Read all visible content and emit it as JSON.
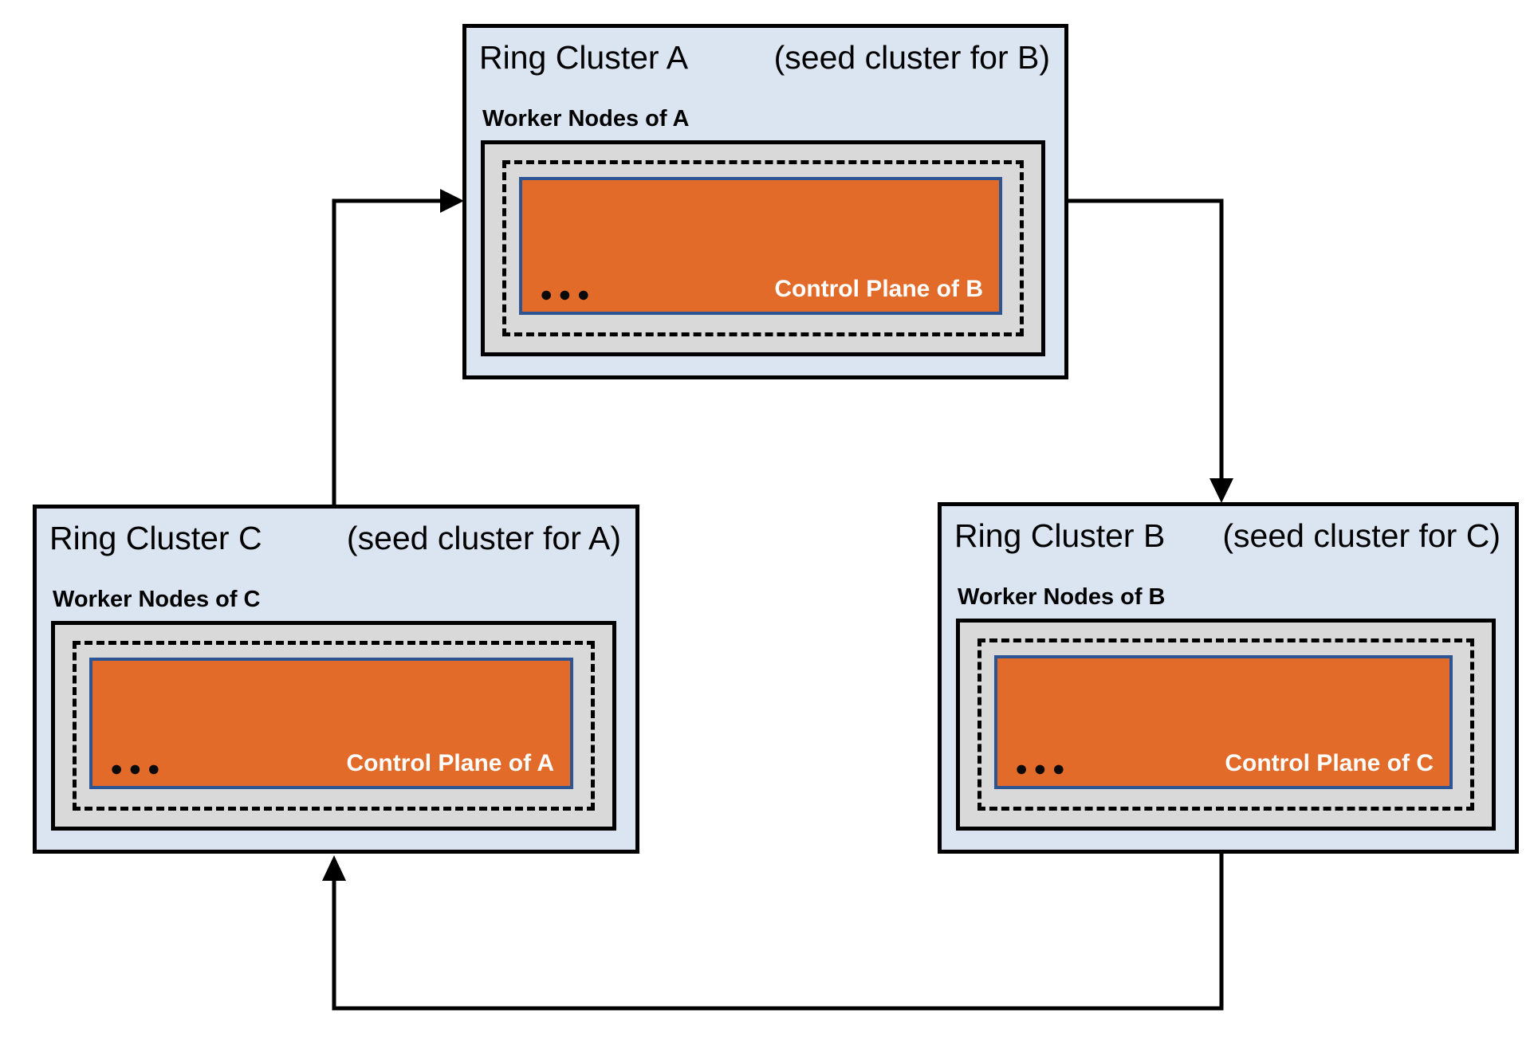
{
  "clusters": [
    {
      "name": "Ring Cluster A",
      "seed_note": "(seed cluster for B)",
      "worker_label": "Worker Nodes of A",
      "control_plane_label": "Control Plane of B",
      "dots": "●●●"
    },
    {
      "name": "Ring Cluster C",
      "seed_note": "(seed cluster for A)",
      "worker_label": "Worker Nodes of C",
      "control_plane_label": "Control Plane of A",
      "dots": "●●●"
    },
    {
      "name": "Ring Cluster B",
      "seed_note": "(seed cluster for C)",
      "worker_label": "Worker Nodes of B",
      "control_plane_label": "Control Plane of C",
      "dots": "●●●"
    }
  ],
  "arrows": [
    {
      "from": "Ring Cluster C",
      "to": "Ring Cluster A"
    },
    {
      "from": "Ring Cluster A",
      "to": "Ring Cluster B"
    },
    {
      "from": "Ring Cluster B",
      "to": "Ring Cluster C"
    }
  ],
  "colors": {
    "cluster_bg": "#dbe5f1",
    "node_bg": "#d9d9d9",
    "control_plane_bg": "#e26b2a",
    "control_plane_border": "#2e5593",
    "line": "#000000"
  }
}
